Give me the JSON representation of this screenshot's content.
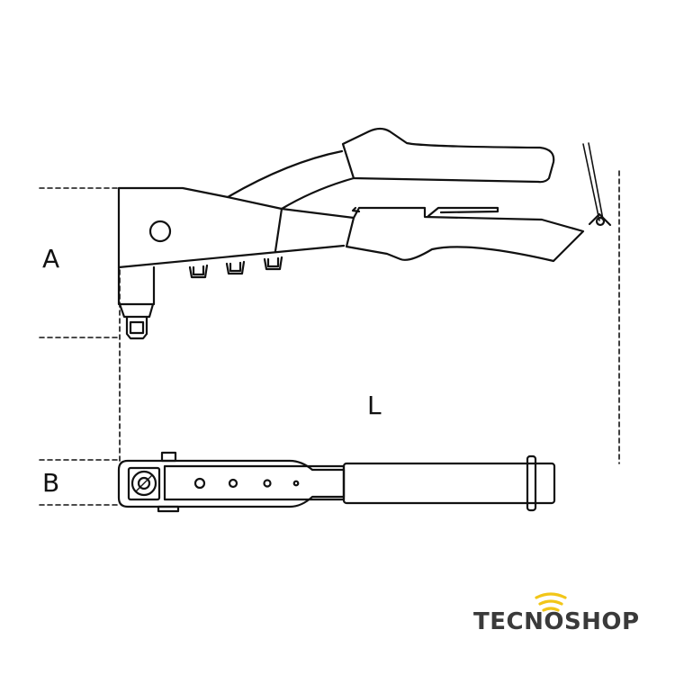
{
  "dimensions": {
    "a_label": "A",
    "b_label": "B",
    "l_label": "L"
  },
  "logo": {
    "text": "TECNOSHOP",
    "text_color": "#3a3a3a",
    "accent_color": "#f2c618"
  }
}
